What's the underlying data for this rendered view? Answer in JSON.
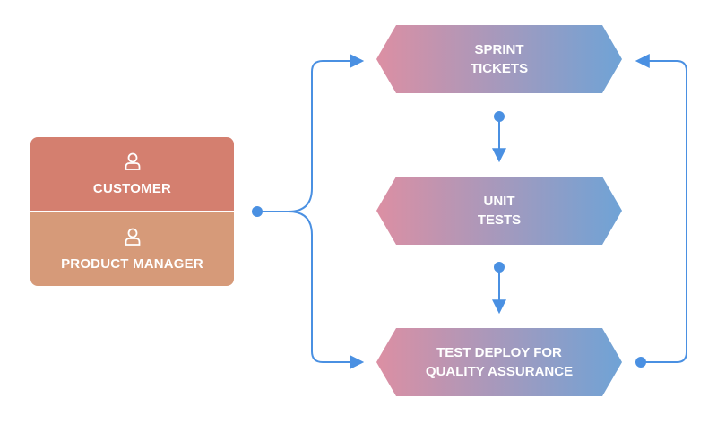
{
  "roles": {
    "customer": {
      "label": "CUSTOMER",
      "icon": "person-icon"
    },
    "product_manager": {
      "label": "PRODUCT MANAGER",
      "icon": "person-icon"
    }
  },
  "steps": [
    {
      "line1": "SPRINT",
      "line2": "TICKETS"
    },
    {
      "line1": "UNIT",
      "line2": "TESTS"
    },
    {
      "line1": "TEST DEPLOY FOR",
      "line2": "QUALITY ASSURANCE"
    }
  ],
  "colors": {
    "customer": "#d47f6f",
    "product_manager": "#d69a79",
    "step_gradient_start": "#dc8fa3",
    "step_gradient_end": "#6fa3d6",
    "connector": "#4a90e2",
    "text": "#ffffff"
  }
}
